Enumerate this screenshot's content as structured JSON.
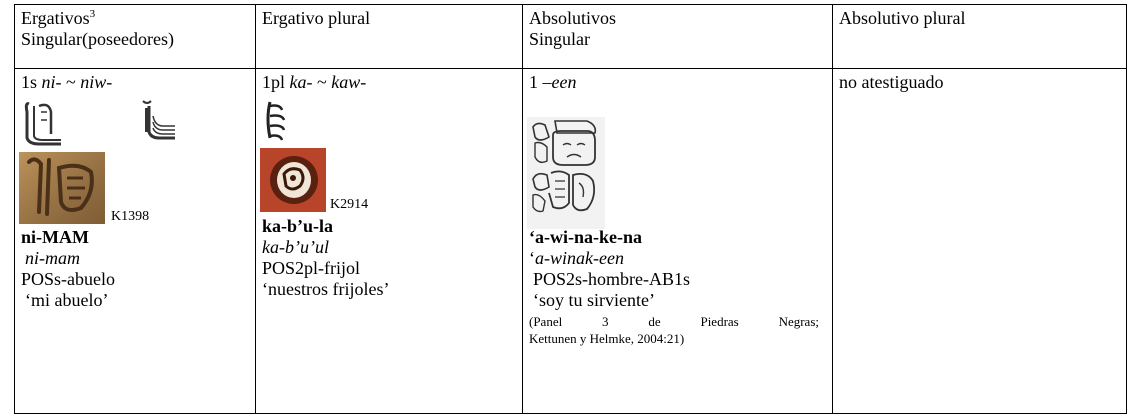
{
  "headers": {
    "col1": {
      "line1": "Ergativos",
      "footnote": "3",
      "line2": "Singular(poseedores)"
    },
    "col2": "Ergativo plural",
    "col3": {
      "line1": "Absolutivos",
      "line2": "Singular"
    },
    "col4": "Absolutivo plural"
  },
  "col1": {
    "person": "1s",
    "morph_a": "ni-",
    "tilde": "~",
    "morph_b": "niw-",
    "photo_code": "K1398",
    "translit": "ni-MAM",
    "transcription": "ni-mam",
    "gloss_a": "POS",
    "gloss_b": "s-abuelo",
    "translation": "‘mi abuelo’"
  },
  "col2": {
    "person": "1pl",
    "morph_a": "ka-",
    "tilde": "~",
    "morph_b": "kaw-",
    "photo_code": "K2914",
    "translit": "ka-b’u-la",
    "transcription": "ka-b’u’ul",
    "gloss": "POS2pl-frijol",
    "translation": "‘nuestros frijoles’"
  },
  "col3": {
    "person": "1",
    "morph": "–een",
    "translit": "‘a-wi-na-ke-na",
    "transcription_prefix": "‘",
    "transcription": "a-winak-een",
    "gloss": "POS2s-hombre-AB1s",
    "translation": "‘soy tu sirviente’",
    "citation_line1": "(Panel 3 de Piedras Negras;",
    "citation_line2": "Kettunen y Helmke, 2004:21)"
  },
  "col4": {
    "text": "no atestiguado"
  },
  "colors": {
    "border": "#000000",
    "photo1": "#a07a4a",
    "photo2": "#b8452a"
  }
}
